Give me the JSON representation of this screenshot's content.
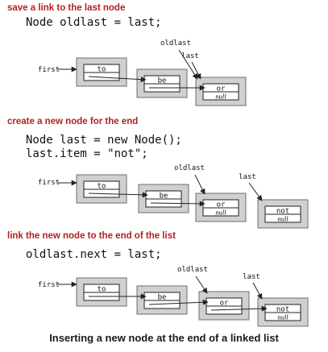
{
  "steps": [
    {
      "heading": "save a link to the last node",
      "code": [
        "Node oldlast = last;"
      ],
      "first_label": "first",
      "oldlast_label": "oldlast",
      "last_label": "last",
      "nodes": [
        {
          "item": "to",
          "next": ""
        },
        {
          "item": "be",
          "next": ""
        },
        {
          "item": "or",
          "next": "null"
        }
      ]
    },
    {
      "heading": "create a new node for the end",
      "code": [
        "Node last = new Node();",
        "last.item = \"not\";"
      ],
      "first_label": "first",
      "oldlast_label": "oldlast",
      "last_label": "last",
      "nodes": [
        {
          "item": "to",
          "next": ""
        },
        {
          "item": "be",
          "next": ""
        },
        {
          "item": "or",
          "next": "null"
        },
        {
          "item": "not",
          "next": "null"
        }
      ]
    },
    {
      "heading": "link the new node to the end of the list",
      "code": [
        "oldlast.next = last;"
      ],
      "first_label": "first",
      "oldlast_label": "oldlast",
      "last_label": "last",
      "nodes": [
        {
          "item": "to",
          "next": ""
        },
        {
          "item": "be",
          "next": ""
        },
        {
          "item": "or",
          "next": ""
        },
        {
          "item": "not",
          "next": "null"
        }
      ]
    }
  ],
  "caption": "Inserting a new node at the end of a linked list",
  "colors": {
    "heading": "#b1211f",
    "node_fill": "#d0d0d0",
    "node_border": "#6e6e6e",
    "cell_border": "#222222",
    "line": "#222222"
  }
}
